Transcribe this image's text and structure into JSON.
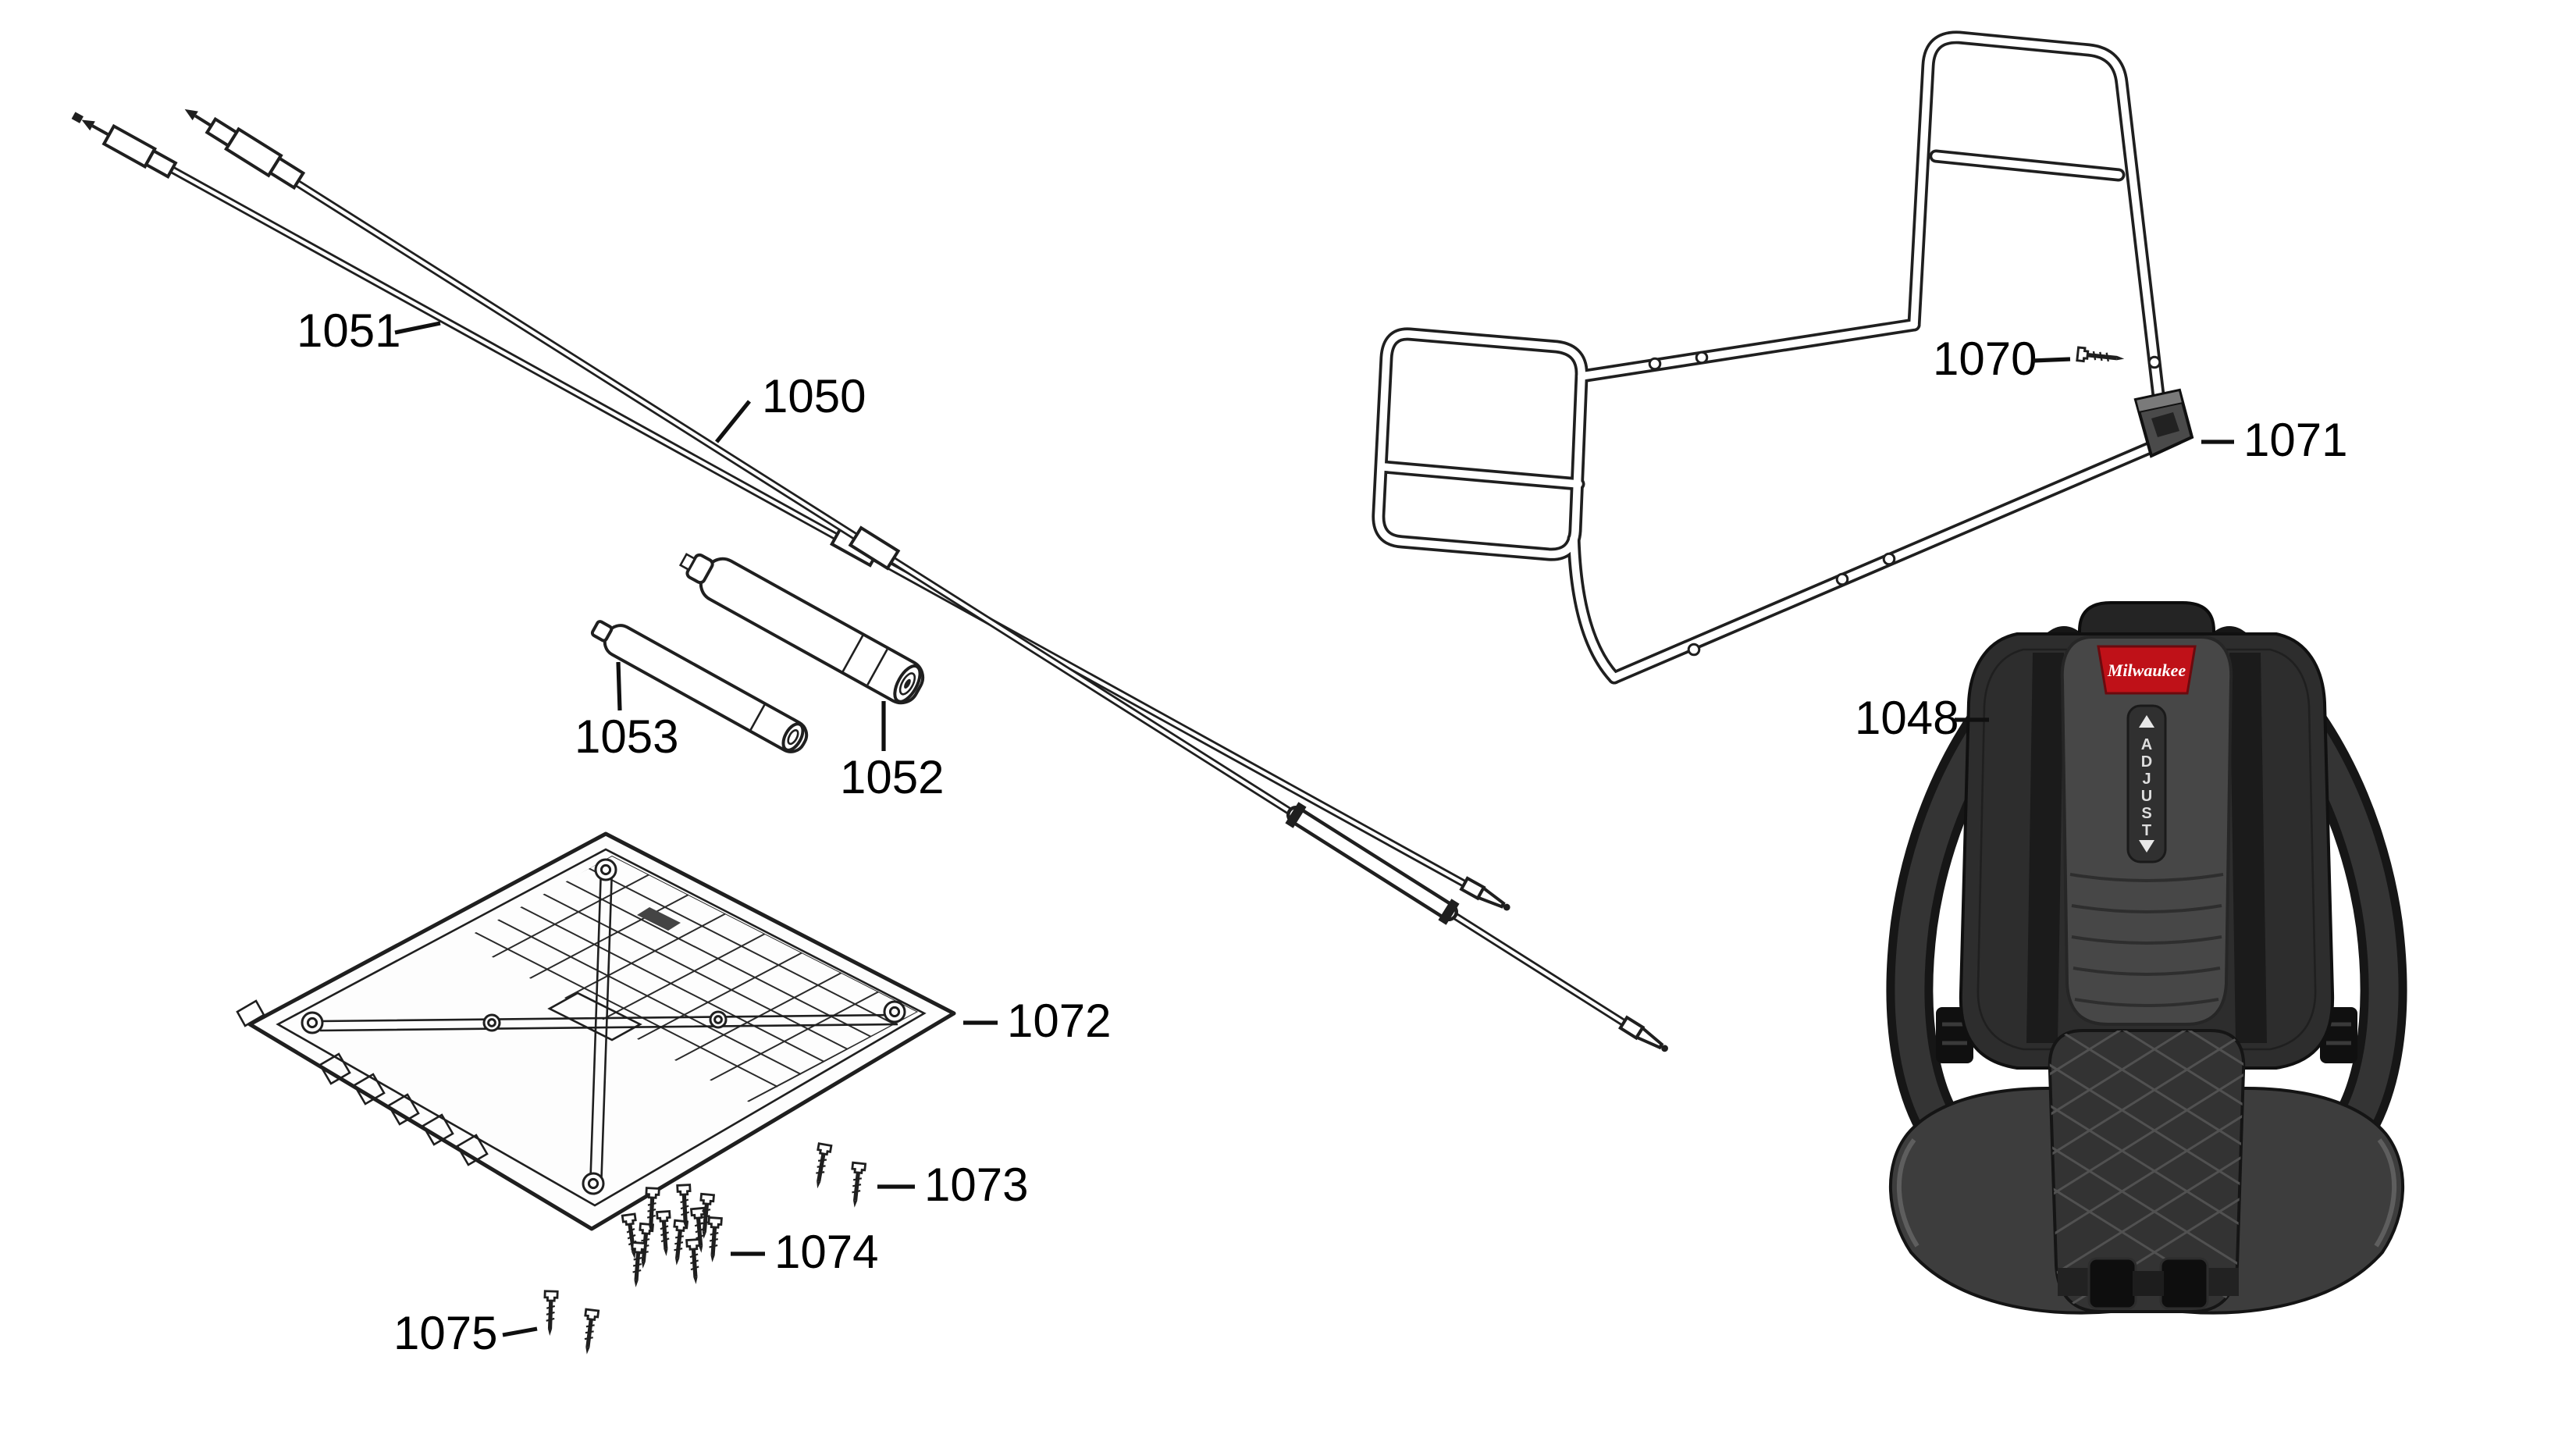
{
  "meta": {
    "kind": "exploded-parts-diagram",
    "background": "#ffffff",
    "line_color": "#1f1f1f"
  },
  "labels": {
    "p1048": "1048",
    "p1050": "1050",
    "p1051": "1051",
    "p1052": "1052",
    "p1053": "1053",
    "p1070": "1070",
    "p1071": "1071",
    "p1072": "1072",
    "p1073": "1073",
    "p1074": "1074",
    "p1075": "1075"
  },
  "backpack": {
    "brand": "Milwaukee",
    "adjust": "ADJUST",
    "brand_color": "#bf1118",
    "adjust_color": "#dedede"
  }
}
